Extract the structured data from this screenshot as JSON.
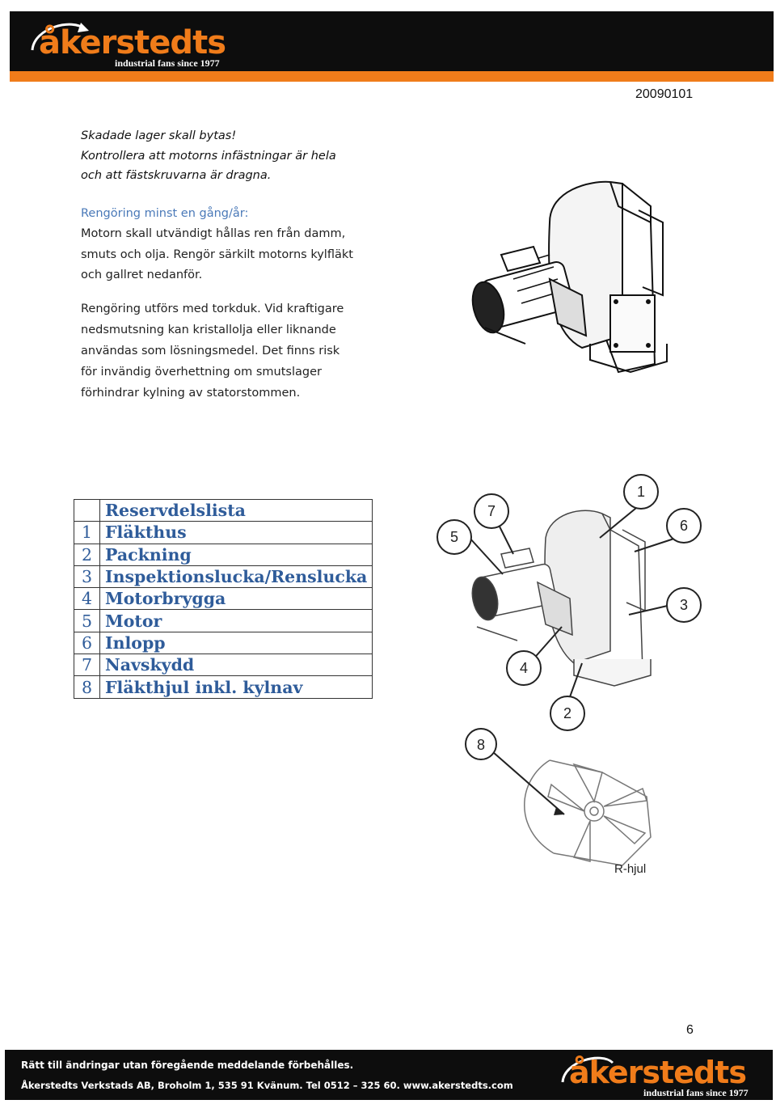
{
  "header": {
    "brand": "åkerstedts",
    "tagline": "industrial fans since 1977"
  },
  "doc_date": "20090101",
  "warning_lines": [
    "Skadade lager skall bytas!",
    "Kontrollera att motorns infästningar är hela",
    "och att fästskruvarna är dragna."
  ],
  "cleaning": {
    "heading": "Rengöring minst en gång/år:",
    "para1": [
      "Motorn skall utvändigt hållas ren från damm,",
      "smuts och olja. Rengör särkilt motorns kylfläkt",
      "och gallret nedanför."
    ],
    "para2": [
      "Rengöring utförs med torkduk. Vid kraftigare",
      "nedsmutsning kan kristallolja eller liknande",
      "användas som lösningsmedel.  Det finns risk",
      "för invändig överhettning om smutslager",
      "förhindrar kylning av statorstommen."
    ]
  },
  "parts": {
    "title": "Reservdelslista",
    "items": [
      {
        "num": "1",
        "name": "Fläkthus"
      },
      {
        "num": "2",
        "name": "Packning"
      },
      {
        "num": "3",
        "name": "Inspektionslucka/Renslucka"
      },
      {
        "num": "4",
        "name": "Motorbrygga"
      },
      {
        "num": "5",
        "name": "Motor"
      },
      {
        "num": "6",
        "name": "Inlopp"
      },
      {
        "num": "7",
        "name": "Navskydd"
      },
      {
        "num": "8",
        "name": "Fläkthjul inkl. kylnav"
      }
    ]
  },
  "figure_callouts": [
    "1",
    "2",
    "3",
    "4",
    "5",
    "6",
    "7"
  ],
  "wheel_callout": "8",
  "wheel_label": "R-hjul",
  "page_number": "6",
  "footer": {
    "note": "Rätt till ändringar utan föregående meddelande förbehålles.",
    "contact": "Åkerstedts Verkstads AB, Broholm 1, 535 91 Kvänum. Tel 0512 – 325 60. www.akerstedts.com",
    "brand": "åkerstedts",
    "tagline": "industrial fans since 1977"
  },
  "colors": {
    "brand_orange": "#f07c1a",
    "heading_blue": "#4a79b8",
    "table_text": "#2f5c9a",
    "bar_black": "#0d0d0d"
  }
}
